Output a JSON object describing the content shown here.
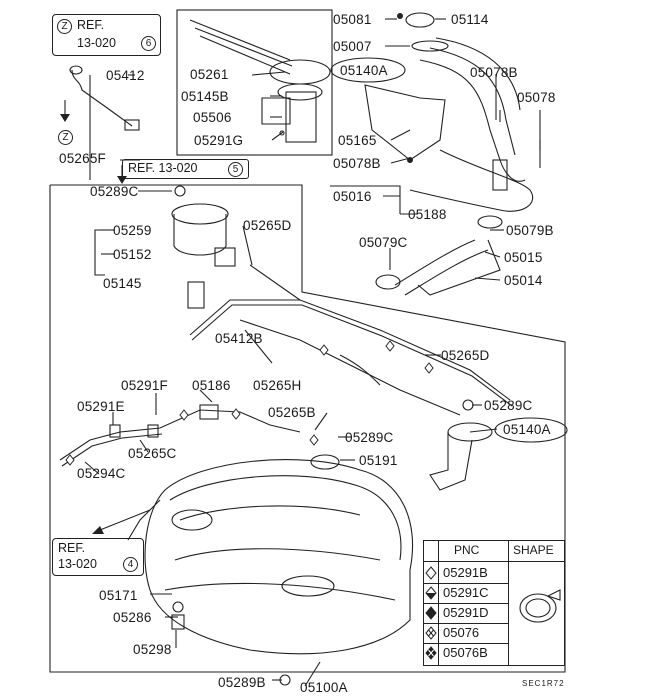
{
  "ref_boxes": [
    {
      "marker": "Z",
      "line1": "REF.",
      "line2": "13-020",
      "num": "6"
    },
    {
      "text": "REF. 13-020",
      "num": "5"
    },
    {
      "line1": "REF.",
      "line2": "13-020",
      "num": "4"
    }
  ],
  "z_marker": "Z",
  "labels": {
    "p05081": "05081",
    "p05114": "05114",
    "p05007": "05007",
    "p05140A_top": "05140A",
    "p05078B_top": "05078B",
    "p05078": "05078",
    "p05261": "05261",
    "p05145B": "05145B",
    "p05506": "05506",
    "p05291G": "05291G",
    "p05165": "05165",
    "p05078B_mid": "05078B",
    "p05016": "05016",
    "p05188": "05188",
    "p05079C": "05079C",
    "p05079B": "05079B",
    "p05015": "05015",
    "p05014": "05014",
    "p05412_top": "05412",
    "p05265F": "05265F",
    "p05289C_top": "05289C",
    "p05259": "05259",
    "p05152": "05152",
    "p05145": "05145",
    "p05265D_top": "05265D",
    "p05412B": "05412B",
    "p05265H": "05265H",
    "p05265D_mid": "05265D",
    "p05291F": "05291F",
    "p05186": "05186",
    "p05289C_right": "05289C",
    "p05140A_right": "05140A",
    "p05291E": "05291E",
    "p05265B": "05265B",
    "p05289C_mid": "05289C",
    "p05265C": "05265C",
    "p05191": "05191",
    "p05294C": "05294C",
    "p05171": "05171",
    "p05286": "05286",
    "p05298": "05298",
    "p05289B": "05289B",
    "p05100A": "05100A"
  },
  "legend": {
    "headers": [
      "PNC",
      "SHAPE"
    ],
    "rows": [
      {
        "pnc": "05291B",
        "icon": "diamond-outline-icon"
      },
      {
        "pnc": "05291C",
        "icon": "diamond-half-icon"
      },
      {
        "pnc": "05291D",
        "icon": "diamond-solid-icon"
      },
      {
        "pnc": "05076",
        "icon": "diamond-cross-icon"
      },
      {
        "pnc": "05076B",
        "icon": "diamond-dark-cross-icon"
      }
    ]
  },
  "drawing_code": "SEC1R72"
}
